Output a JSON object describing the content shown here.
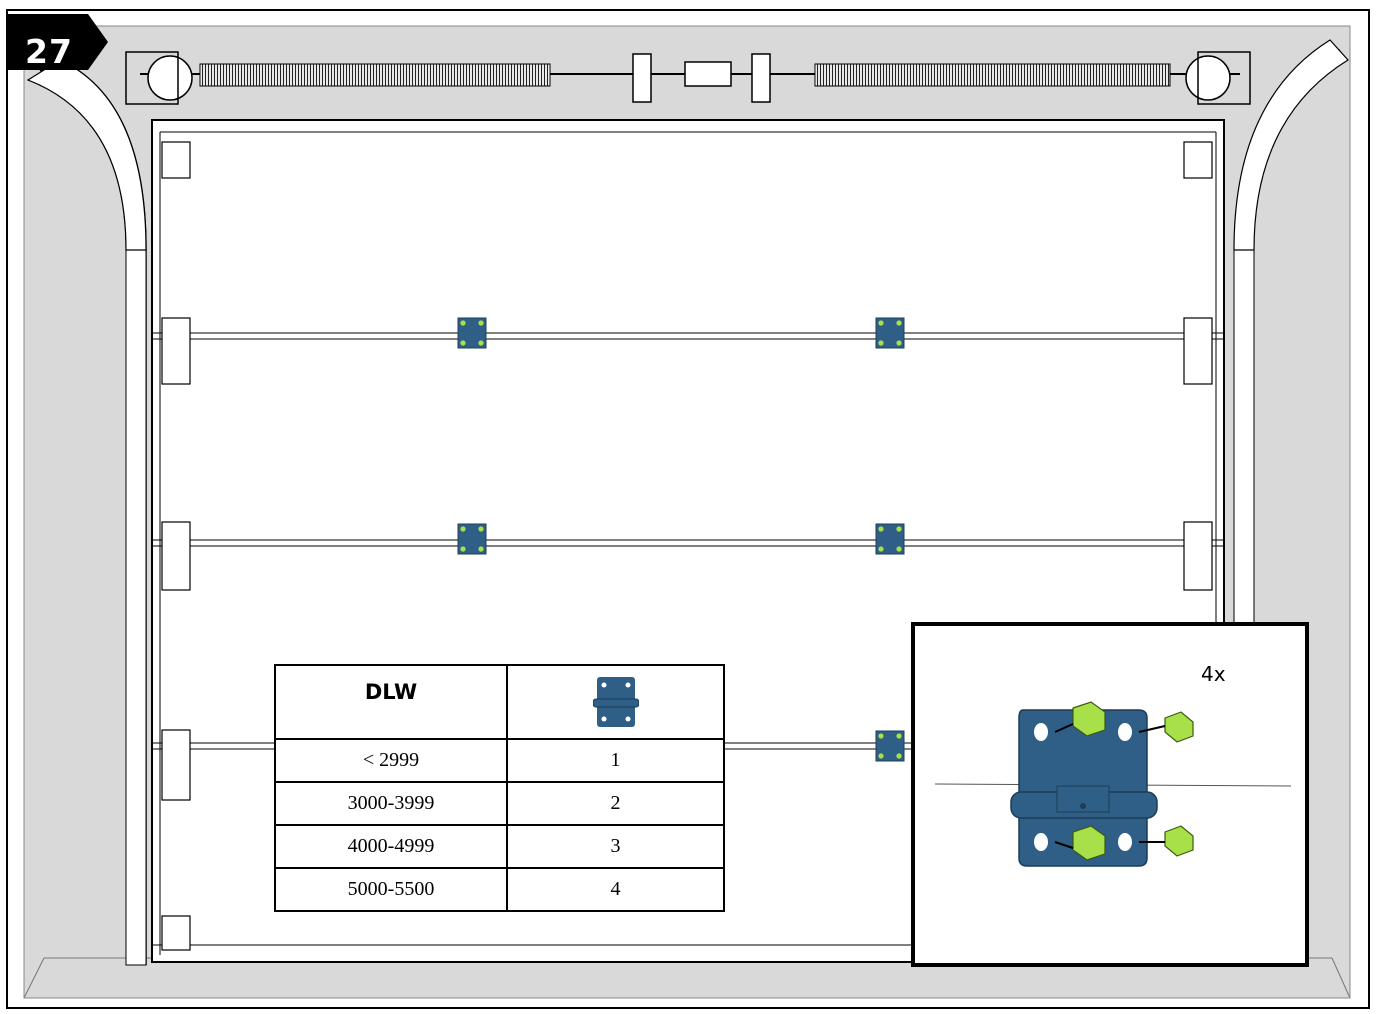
{
  "step": {
    "number": "27"
  },
  "table": {
    "header": "DLW",
    "header_icon": "hinge-icon",
    "rows": [
      {
        "range": "< 2999",
        "qty": "1"
      },
      {
        "range": "3000-3999",
        "qty": "2"
      },
      {
        "range": "4000-4999",
        "qty": "3"
      },
      {
        "range": "5000-5500",
        "qty": "4"
      }
    ]
  },
  "detail": {
    "quantity": "4x"
  },
  "colors": {
    "hinge": "#2f5f86",
    "screw": "#a8e04a",
    "wall": "#d9d9d9"
  }
}
